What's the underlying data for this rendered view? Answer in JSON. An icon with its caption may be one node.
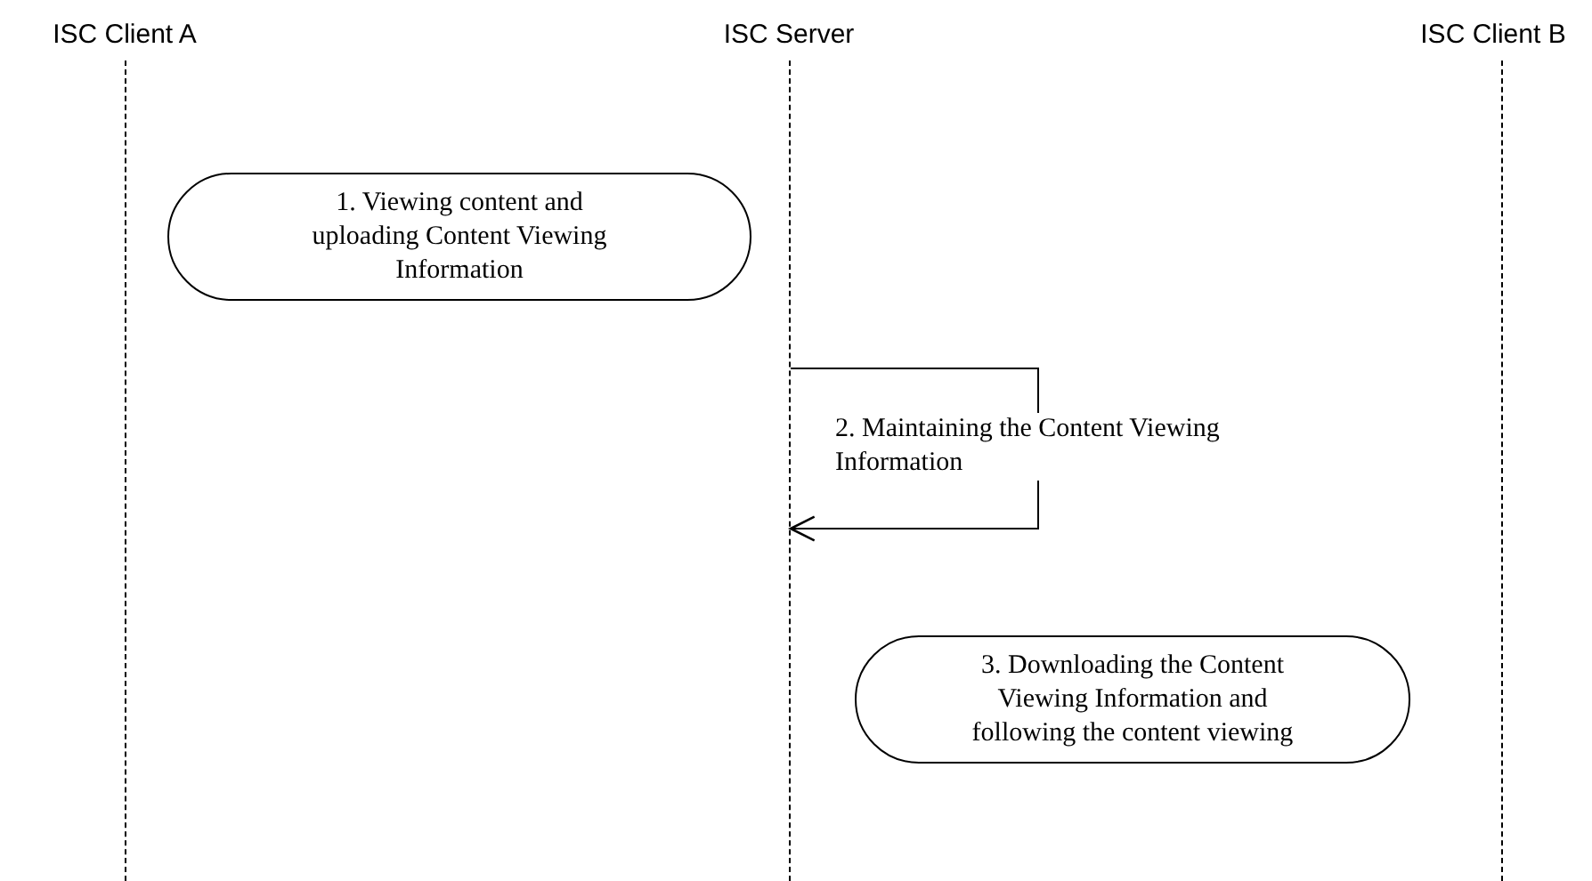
{
  "diagram": {
    "nodes": [
      {
        "text": [
          "ISC Client A"
        ]
      },
      {
        "text": [
          "ISC Server"
        ]
      },
      {
        "text": [
          "ISC Client B"
        ]
      },
      {
        "text": [],
        "shape": "line"
      },
      {
        "text": [],
        "shape": "line"
      },
      {
        "text": [],
        "shape": "line"
      },
      {
        "text": [
          "1. Viewing content and uploading Content Viewing Information"
        ]
      },
      {
        "text": [
          "3. Downloading the Content Viewing Information and following the content viewing"
        ]
      }
    ],
    "edges": [
      {
        "from": 4,
        "to": 4,
        "arrow": "to",
        "label": "2. Maintaining the Content Viewing Information"
      }
    ]
  }
}
